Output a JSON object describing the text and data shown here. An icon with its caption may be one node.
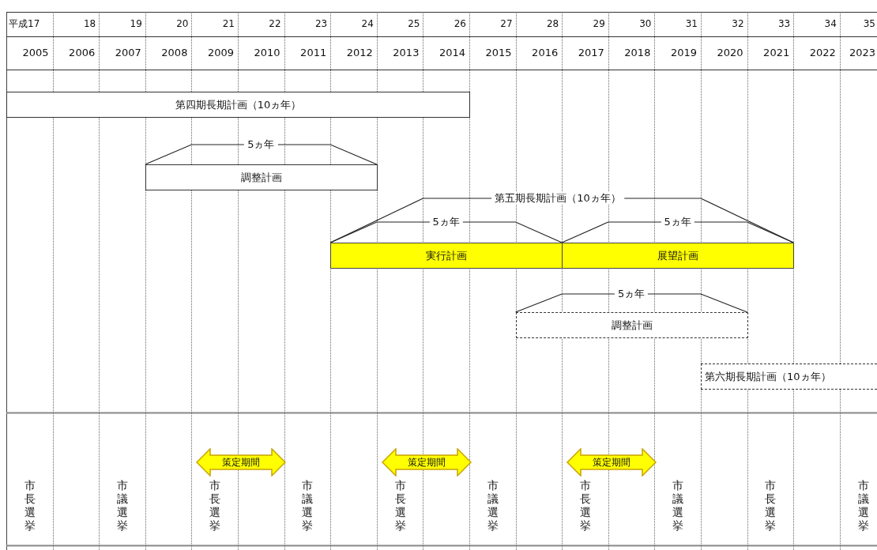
{
  "diagram": {
    "nodes": [
      {
        "text": [
          "第四期長期計画（10ヵ年）"
        ]
      },
      {
        "text": [
          "調整計画"
        ],
        "beside": [
          "5ヵ年"
        ]
      },
      {
        "text": [
          "実行計画"
        ],
        "beside": [
          "5ヵ年"
        ]
      },
      {
        "text": [
          "展望計画"
        ],
        "beside": [
          "5ヵ年"
        ]
      },
      {
        "text": [
          "調整計画"
        ],
        "beside": [
          "5ヵ年"
        ]
      },
      {
        "text": [
          "第六期長期計画（10ヵ年）"
        ]
      },
      {
        "text": [
          "策定期間"
        ]
      },
      {
        "text": [
          "策定期間"
        ]
      },
      {
        "text": [
          "策定期間"
        ]
      }
    ],
    "labels": [
      "平成17",
      "18",
      "19",
      "20",
      "21",
      "22",
      "23",
      "24",
      "25",
      "26",
      "27",
      "28",
      "29",
      "30",
      "31",
      "32",
      "33",
      "34",
      "35",
      "2005",
      "2006",
      "2007",
      "2008",
      "2009",
      "2010",
      "2011",
      "2012",
      "2013",
      "2014",
      "2015",
      "2016",
      "2017",
      "2018",
      "2019",
      "2020",
      "2021",
      "2022",
      "2023",
      "第五期長期計画（10ヵ年）",
      "市長選挙",
      "市議選挙",
      "市長選挙",
      "市議選挙",
      "市長選挙",
      "市議選挙",
      "市長選挙",
      "市議選挙",
      "市長選挙",
      "市議選挙"
    ]
  }
}
